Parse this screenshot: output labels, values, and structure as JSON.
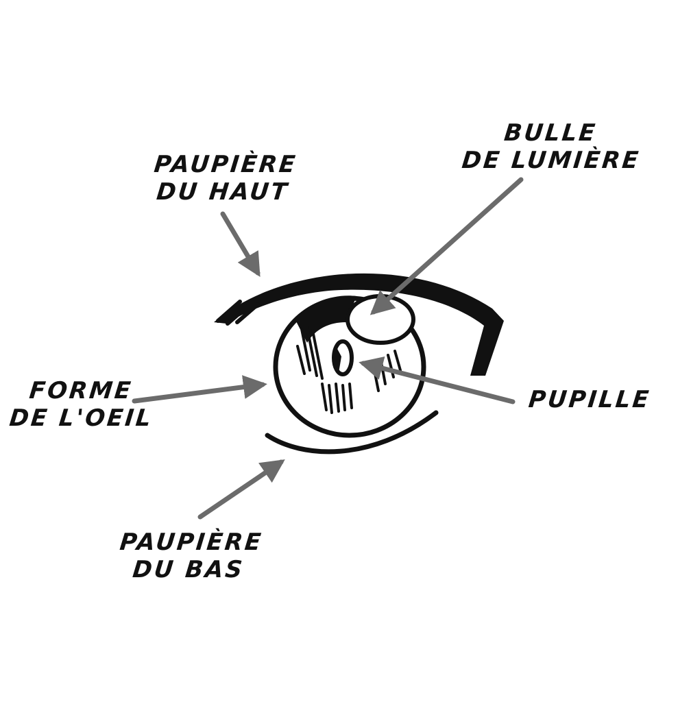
{
  "labels": {
    "upper_eyelid": {
      "line1": "PAUPIÈRE",
      "line2": "DU HAUT"
    },
    "light_bubble": {
      "line1": "BULLE",
      "line2": "DE LUMIÈRE"
    },
    "eye_shape": {
      "line1": "FORME",
      "line2": "DE L'OEIL"
    },
    "pupil": {
      "line1": "PUPILLE"
    },
    "lower_eyelid": {
      "line1": "PAUPIÈRE",
      "line2": "DU BAS"
    }
  },
  "icons": {
    "eye": "eye-drawing",
    "arrows": "arrow-icon"
  },
  "colors": {
    "ink": "#111111",
    "arrow": "#6b6b6b",
    "background": "#ffffff"
  }
}
